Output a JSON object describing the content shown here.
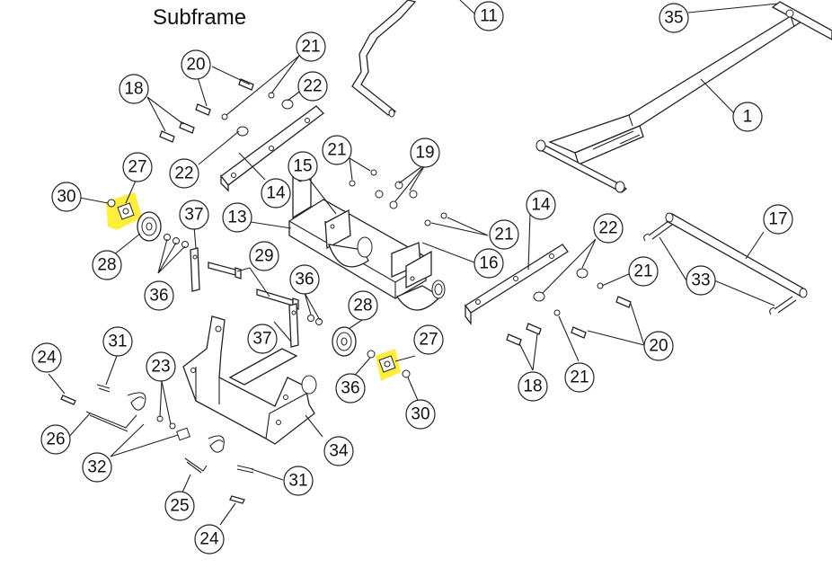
{
  "title": "Subframe",
  "callouts": [
    {
      "id": "c1",
      "label": "1"
    },
    {
      "id": "c11",
      "label": "11"
    },
    {
      "id": "c35",
      "label": "35"
    },
    {
      "id": "c21a",
      "label": "21"
    },
    {
      "id": "c20a",
      "label": "20"
    },
    {
      "id": "c22a",
      "label": "22"
    },
    {
      "id": "c18a",
      "label": "18"
    },
    {
      "id": "c27a",
      "label": "27"
    },
    {
      "id": "c22b",
      "label": "22"
    },
    {
      "id": "c21b",
      "label": "21"
    },
    {
      "id": "c19",
      "label": "19"
    },
    {
      "id": "c15",
      "label": "15"
    },
    {
      "id": "c14a",
      "label": "14"
    },
    {
      "id": "c30a",
      "label": "30"
    },
    {
      "id": "c37a",
      "label": "37"
    },
    {
      "id": "c13",
      "label": "13"
    },
    {
      "id": "c14b",
      "label": "14"
    },
    {
      "id": "c21c",
      "label": "21"
    },
    {
      "id": "c22c",
      "label": "22"
    },
    {
      "id": "c17",
      "label": "17"
    },
    {
      "id": "c28a",
      "label": "28"
    },
    {
      "id": "c16",
      "label": "16"
    },
    {
      "id": "c29",
      "label": "29"
    },
    {
      "id": "c21d",
      "label": "21"
    },
    {
      "id": "c33",
      "label": "33"
    },
    {
      "id": "c36a",
      "label": "36"
    },
    {
      "id": "c36b",
      "label": "36"
    },
    {
      "id": "c28b",
      "label": "28"
    },
    {
      "id": "c37b",
      "label": "37"
    },
    {
      "id": "c31a",
      "label": "31"
    },
    {
      "id": "c27b",
      "label": "27"
    },
    {
      "id": "c20b",
      "label": "20"
    },
    {
      "id": "c24a",
      "label": "24"
    },
    {
      "id": "c23",
      "label": "23"
    },
    {
      "id": "c36c",
      "label": "36"
    },
    {
      "id": "c18b",
      "label": "18"
    },
    {
      "id": "c21e",
      "label": "21"
    },
    {
      "id": "c30b",
      "label": "30"
    },
    {
      "id": "c26",
      "label": "26"
    },
    {
      "id": "c34",
      "label": "34"
    },
    {
      "id": "c32",
      "label": "32"
    },
    {
      "id": "c31b",
      "label": "31"
    },
    {
      "id": "c25",
      "label": "25"
    },
    {
      "id": "c24b",
      "label": "24"
    }
  ],
  "highlight_color": "#ffef3a"
}
